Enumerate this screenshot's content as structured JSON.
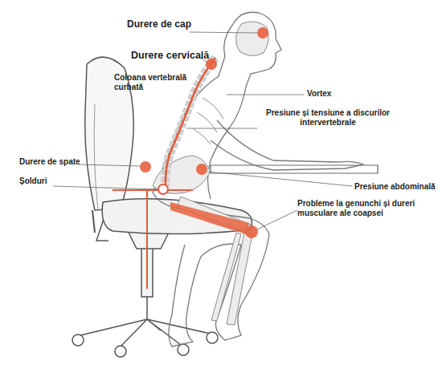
{
  "diagram": {
    "labels": [
      "Durere de cap",
      "Durere cervicală",
      "Coloana vertebrală curbată",
      "Vortex",
      "Presiune și tensiune a discurilor intervertebrale",
      "Durere de spate",
      "Șolduri",
      "Presiune abdominală",
      "Probleme la genunchi și dureri musculare ale coapsei"
    ]
  }
}
